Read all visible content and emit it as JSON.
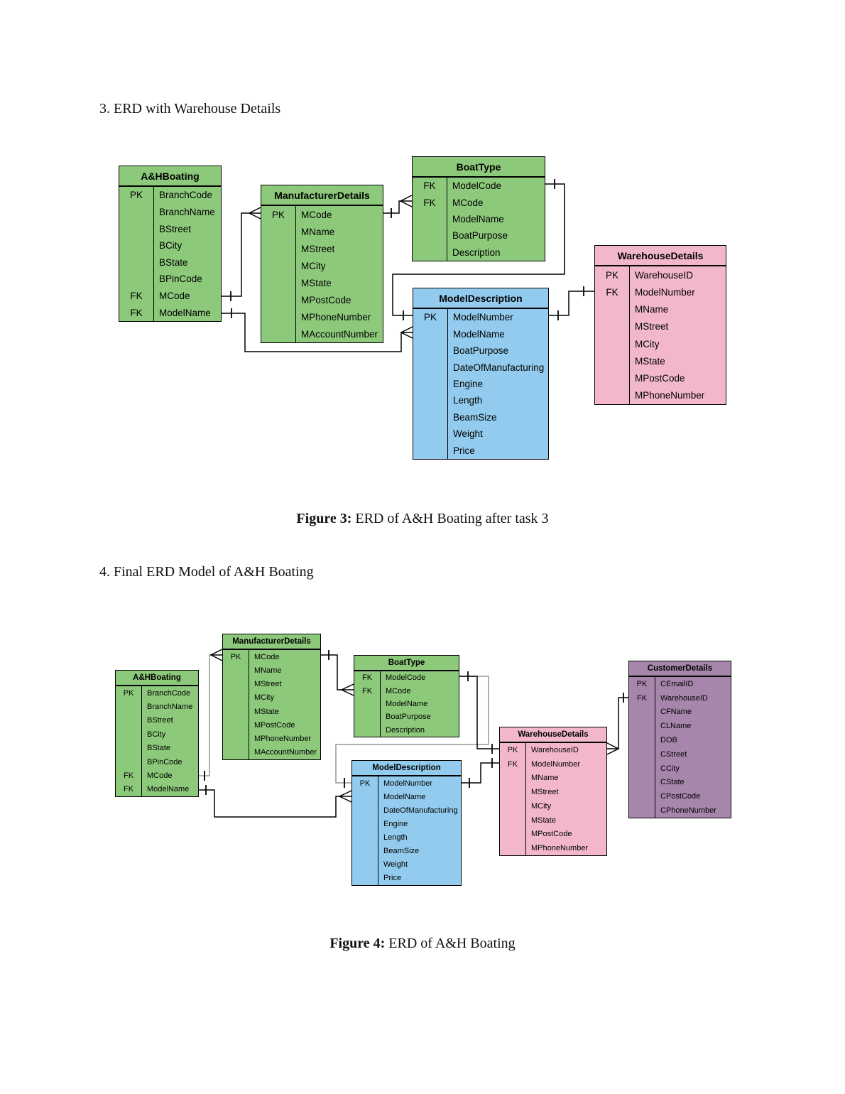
{
  "page": {
    "section3_heading": "3. ERD with Warehouse Details",
    "section4_heading": "4. Final ERD Model of A&H Boating",
    "figure3_caption_bold": "Figure 3:",
    "figure3_caption_text": " ERD of A&H Boating after task 3",
    "figure4_caption_bold": "Figure 4:",
    "figure4_caption_text": " ERD of A&H Boating"
  },
  "colors": {
    "green": "#8DC97B",
    "blue": "#92CBEE",
    "pink": "#F2B8CA",
    "purple": "#A786AC",
    "line_gray": "#979797"
  },
  "key_labels": {
    "primary": "PK",
    "foreign": "FK"
  },
  "diagram1": {
    "entities": {
      "ahboating": {
        "title": "A&HBoating",
        "color": "green",
        "rows": [
          [
            "PK",
            "BranchCode"
          ],
          [
            "",
            "BranchName"
          ],
          [
            "",
            "BStreet"
          ],
          [
            "",
            "BCity"
          ],
          [
            "",
            "BState"
          ],
          [
            "",
            "BPinCode"
          ],
          [
            "FK",
            "MCode"
          ],
          [
            "FK",
            "ModelName"
          ]
        ]
      },
      "manufacturerdetails": {
        "title": "ManufacturerDetails",
        "color": "green",
        "rows": [
          [
            "PK",
            "MCode"
          ],
          [
            "",
            "MName"
          ],
          [
            "",
            "MStreet"
          ],
          [
            "",
            "MCity"
          ],
          [
            "",
            "MState"
          ],
          [
            "",
            "MPostCode"
          ],
          [
            "",
            "MPhoneNumber"
          ],
          [
            "",
            "MAccountNumber"
          ]
        ]
      },
      "boattype": {
        "title": "BoatType",
        "color": "green",
        "rows": [
          [
            "FK",
            "ModelCode"
          ],
          [
            "FK",
            "MCode"
          ],
          [
            "",
            "ModelName"
          ],
          [
            "",
            "BoatPurpose"
          ],
          [
            "",
            "Description"
          ]
        ]
      },
      "modeldescription": {
        "title": "ModelDescription",
        "color": "blue",
        "rows": [
          [
            "PK",
            "ModelNumber"
          ],
          [
            "",
            "ModelName"
          ],
          [
            "",
            "BoatPurpose"
          ],
          [
            "",
            "DateOfManufacturing"
          ],
          [
            "",
            "Engine"
          ],
          [
            "",
            "Length"
          ],
          [
            "",
            "BeamSize"
          ],
          [
            "",
            "Weight"
          ],
          [
            "",
            "Price"
          ]
        ]
      },
      "warehousedetails": {
        "title": "WarehouseDetails",
        "color": "pink",
        "rows": [
          [
            "PK",
            "WarehouseID"
          ],
          [
            "FK",
            "ModelNumber"
          ],
          [
            "",
            "MName"
          ],
          [
            "",
            "MStreet"
          ],
          [
            "",
            "MCity"
          ],
          [
            "",
            "MState"
          ],
          [
            "",
            "MPostCode"
          ],
          [
            "",
            "MPhoneNumber"
          ]
        ]
      }
    }
  },
  "diagram2": {
    "entities": {
      "ahboating": {
        "title": "A&HBoating",
        "color": "green",
        "rows": [
          [
            "PK",
            "BranchCode"
          ],
          [
            "",
            "BranchName"
          ],
          [
            "",
            "BStreet"
          ],
          [
            "",
            "BCity"
          ],
          [
            "",
            "BState"
          ],
          [
            "",
            "BPinCode"
          ],
          [
            "FK",
            "MCode"
          ],
          [
            "FK",
            "ModelName"
          ]
        ]
      },
      "manufacturerdetails": {
        "title": "ManufacturerDetails",
        "color": "green",
        "rows": [
          [
            "PK",
            "MCode"
          ],
          [
            "",
            "MName"
          ],
          [
            "",
            "MStreet"
          ],
          [
            "",
            "MCity"
          ],
          [
            "",
            "MState"
          ],
          [
            "",
            "MPostCode"
          ],
          [
            "",
            "MPhoneNumber"
          ],
          [
            "",
            "MAccountNumber"
          ]
        ]
      },
      "boattype": {
        "title": "BoatType",
        "color": "green",
        "rows": [
          [
            "FK",
            "ModelCode"
          ],
          [
            "FK",
            "MCode"
          ],
          [
            "",
            "ModelName"
          ],
          [
            "",
            "BoatPurpose"
          ],
          [
            "",
            "Description"
          ]
        ]
      },
      "modeldescription": {
        "title": "ModelDescription",
        "color": "blue",
        "rows": [
          [
            "PK",
            "ModelNumber"
          ],
          [
            "",
            "ModelName"
          ],
          [
            "",
            "DateOfManufacturing"
          ],
          [
            "",
            "Engine"
          ],
          [
            "",
            "Length"
          ],
          [
            "",
            "BeamSize"
          ],
          [
            "",
            "Weight"
          ],
          [
            "",
            "Price"
          ]
        ]
      },
      "warehousedetails": {
        "title": "WarehouseDetails",
        "color": "pink",
        "rows": [
          [
            "PK",
            "WarehouseID"
          ],
          [
            "FK",
            "ModelNumber"
          ],
          [
            "",
            "MName"
          ],
          [
            "",
            "MStreet"
          ],
          [
            "",
            "MCity"
          ],
          [
            "",
            "MState"
          ],
          [
            "",
            "MPostCode"
          ],
          [
            "",
            "MPhoneNumber"
          ]
        ]
      },
      "customerdetails": {
        "title": "CustomerDetails",
        "color": "purple",
        "rows": [
          [
            "PK",
            "CEmailID"
          ],
          [
            "FK",
            "WarehouseID"
          ],
          [
            "",
            "CFName"
          ],
          [
            "",
            "CLName"
          ],
          [
            "",
            "DOB"
          ],
          [
            "",
            "CStreet"
          ],
          [
            "",
            "CCity"
          ],
          [
            "",
            "CState"
          ],
          [
            "",
            "CPostCode"
          ],
          [
            "",
            "CPhoneNumber"
          ]
        ]
      }
    }
  }
}
